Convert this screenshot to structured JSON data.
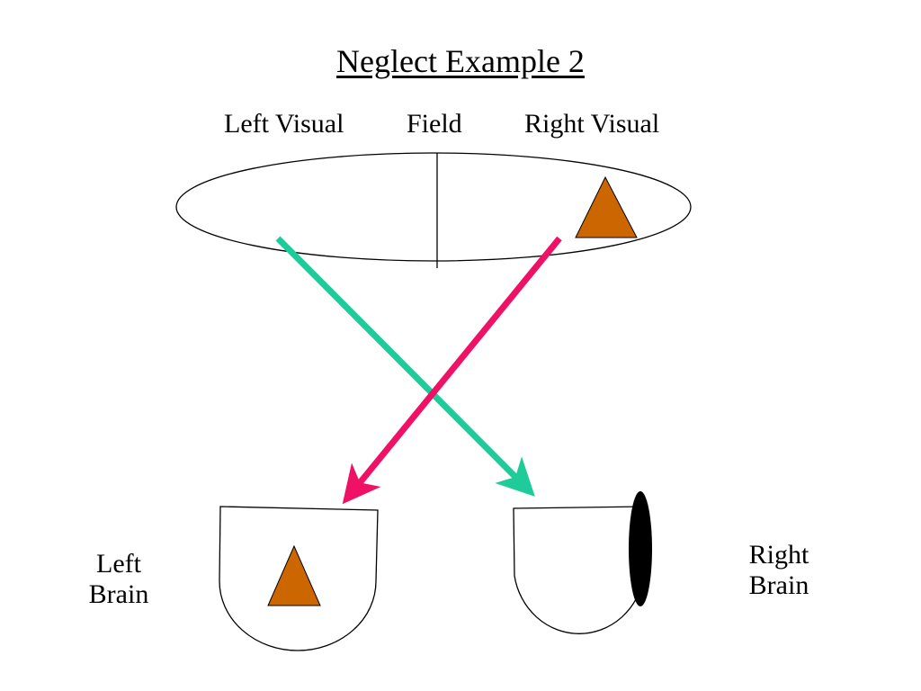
{
  "title": "Neglect Example 2",
  "visual_field": {
    "left_label": "Left Visual",
    "center_label": "Field",
    "right_label": "Right Visual"
  },
  "brain": {
    "left_label_line1": "Left",
    "left_label_line2": "Brain",
    "right_label_line1": "Right",
    "right_label_line2": "Brain"
  },
  "colors": {
    "triangle_fill": "#cc6600",
    "left_field_arrow": "#1fcc99",
    "right_field_arrow": "#ee1166",
    "lesion": "#000000"
  }
}
